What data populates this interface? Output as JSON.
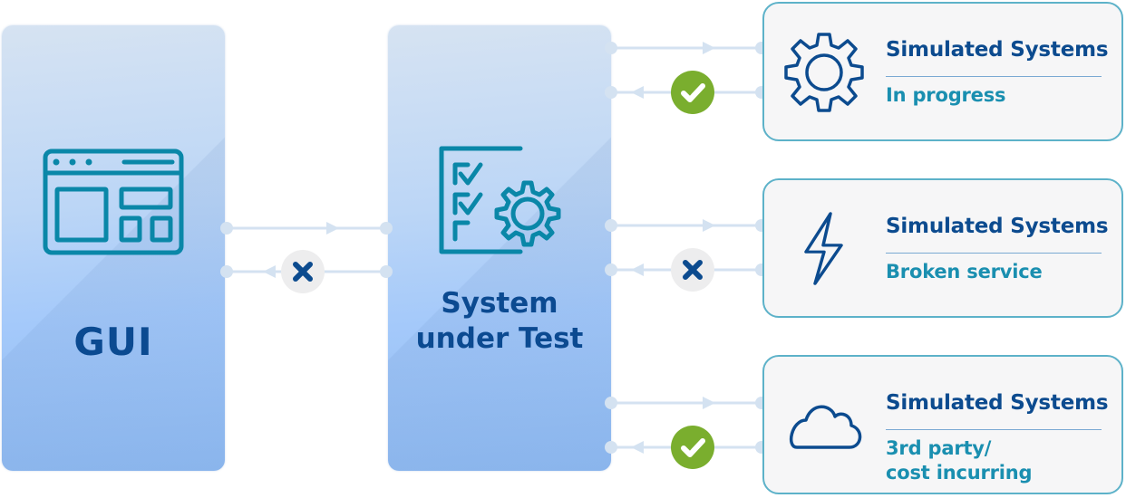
{
  "gui": {
    "title": "GUI",
    "icon": "browser-window-icon"
  },
  "sut": {
    "title_line1": "System",
    "title_line2": "under Test",
    "icon": "checklist-gear-icon"
  },
  "gui_sut_link": {
    "request_direction": "gui-to-sut",
    "response_status": "failed"
  },
  "simulated_systems": [
    {
      "title": "Simulated Systems",
      "status_line1": "In progress",
      "status_line2": "",
      "icon": "gear-icon",
      "response_status": "success"
    },
    {
      "title": "Simulated Systems",
      "status_line1": "Broken service",
      "status_line2": "",
      "icon": "lightning-icon",
      "response_status": "failed"
    },
    {
      "title": "Simulated Systems",
      "status_line1": "3rd party/",
      "status_line2": "cost incurring",
      "icon": "cloud-icon",
      "response_status": "success"
    }
  ],
  "colors": {
    "panel_text": "#0b4a91",
    "icon_teal": "#0a87a8",
    "card_border": "#5db2c9",
    "card_title": "#0c4b8f",
    "card_status": "#1a8fb0",
    "success": "#7aae2e",
    "failure": "#0c4b8f",
    "connector": "#d4e2f1"
  }
}
